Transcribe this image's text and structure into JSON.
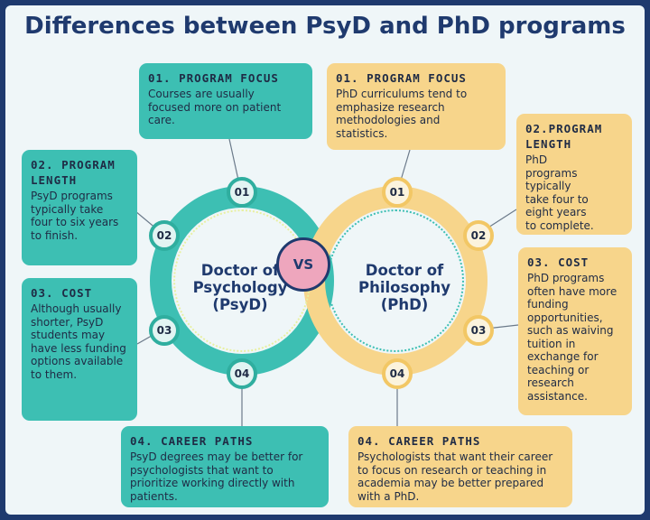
{
  "title": "Differences between PsyD and PhD programs",
  "center": {
    "left": "Doctor of Psychology (PsyD)",
    "right": "Doctor of Philosophy (PhD)",
    "vs": "VS"
  },
  "psyd": {
    "badges": [
      "01",
      "02",
      "03",
      "04"
    ],
    "cards": [
      {
        "heading": "01. PROGRAM FOCUS",
        "body": "Courses are usually focused more on patient care."
      },
      {
        "heading": "02. PROGRAM LENGTH",
        "body": "PsyD programs typically take four to six years to finish."
      },
      {
        "heading": "03. COST",
        "body": "Although usually shorter, PsyD students may have less funding options available to them."
      },
      {
        "heading": "04. CAREER PATHS",
        "body": "PsyD degrees may be better for psychologists that want to prioritize working directly with patients."
      }
    ]
  },
  "phd": {
    "badges": [
      "01",
      "02",
      "03",
      "04"
    ],
    "cards": [
      {
        "heading": "01. PROGRAM FOCUS",
        "body": "PhD curriculums tend to emphasize research methodologies and statistics."
      },
      {
        "heading": "02.PROGRAM LENGTH",
        "body": "PhD programs typically take four to eight years to complete."
      },
      {
        "heading": "03. COST",
        "body": "PhD programs often have more funding opportunities, such as waiving tuition in exchange for teaching or research assistance."
      },
      {
        "heading": "04. CAREER PATHS",
        "body": "Psychologists that want their career to focus on research or teaching in academia may be better prepared with a PhD."
      }
    ]
  },
  "colors": {
    "navy": "#1f3a6e",
    "teal": "#3dbfb3",
    "yellow": "#f7d58b",
    "vs_pink": "#eea6bd"
  }
}
